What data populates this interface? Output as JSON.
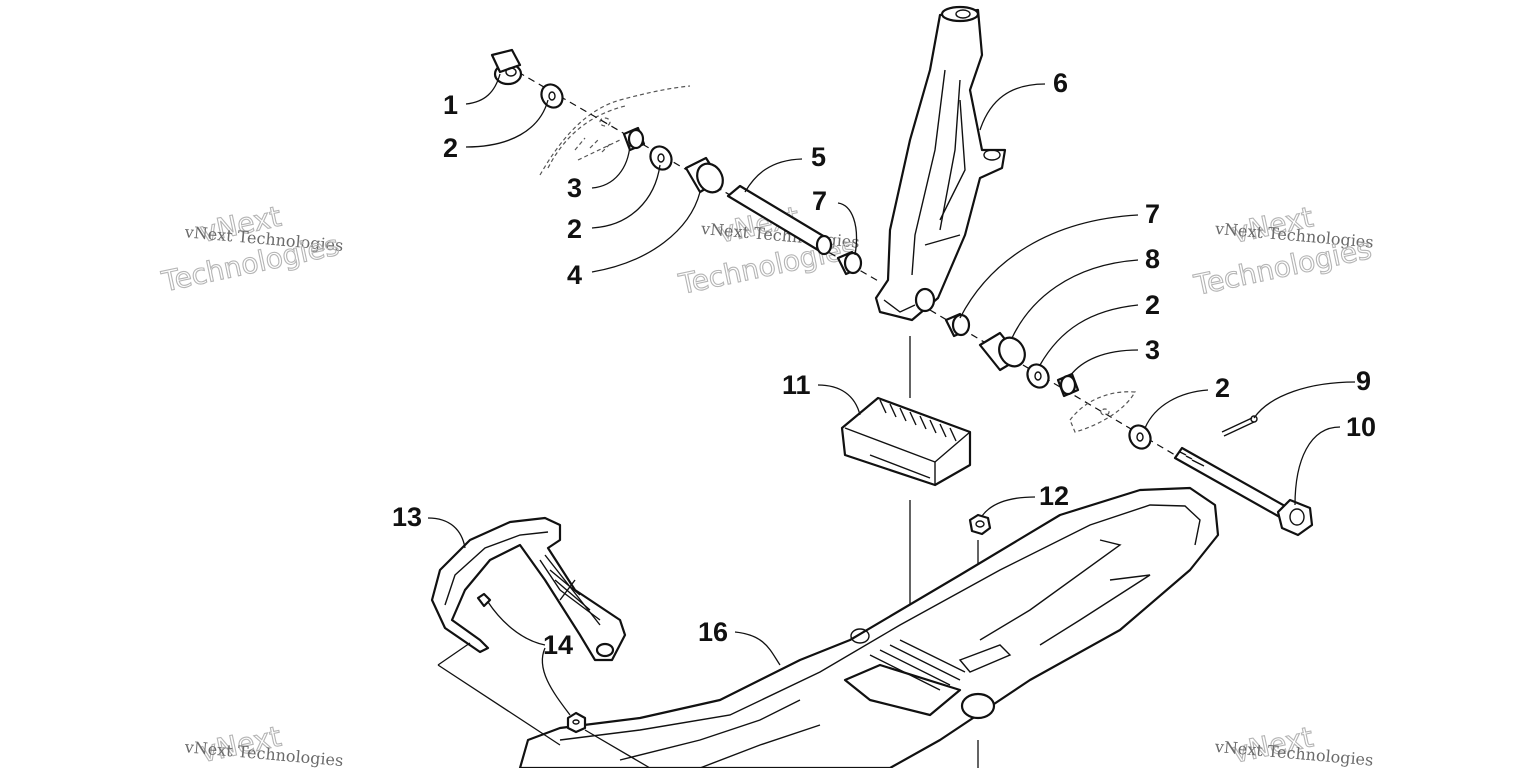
{
  "watermark": {
    "small": "vNext Technologies",
    "big_top": "vNext",
    "big_bottom": "Technologies"
  },
  "callouts": {
    "c1": "1",
    "c2a": "2",
    "c2b": "2",
    "c2c": "2",
    "c2d": "2",
    "c3a": "3",
    "c3b": "3",
    "c4": "4",
    "c5": "5",
    "c6": "6",
    "c7a": "7",
    "c7b": "7",
    "c8": "8",
    "c9": "9",
    "c10": "10",
    "c11": "11",
    "c12": "12",
    "c13": "13",
    "c14": "14",
    "c16": "16"
  }
}
